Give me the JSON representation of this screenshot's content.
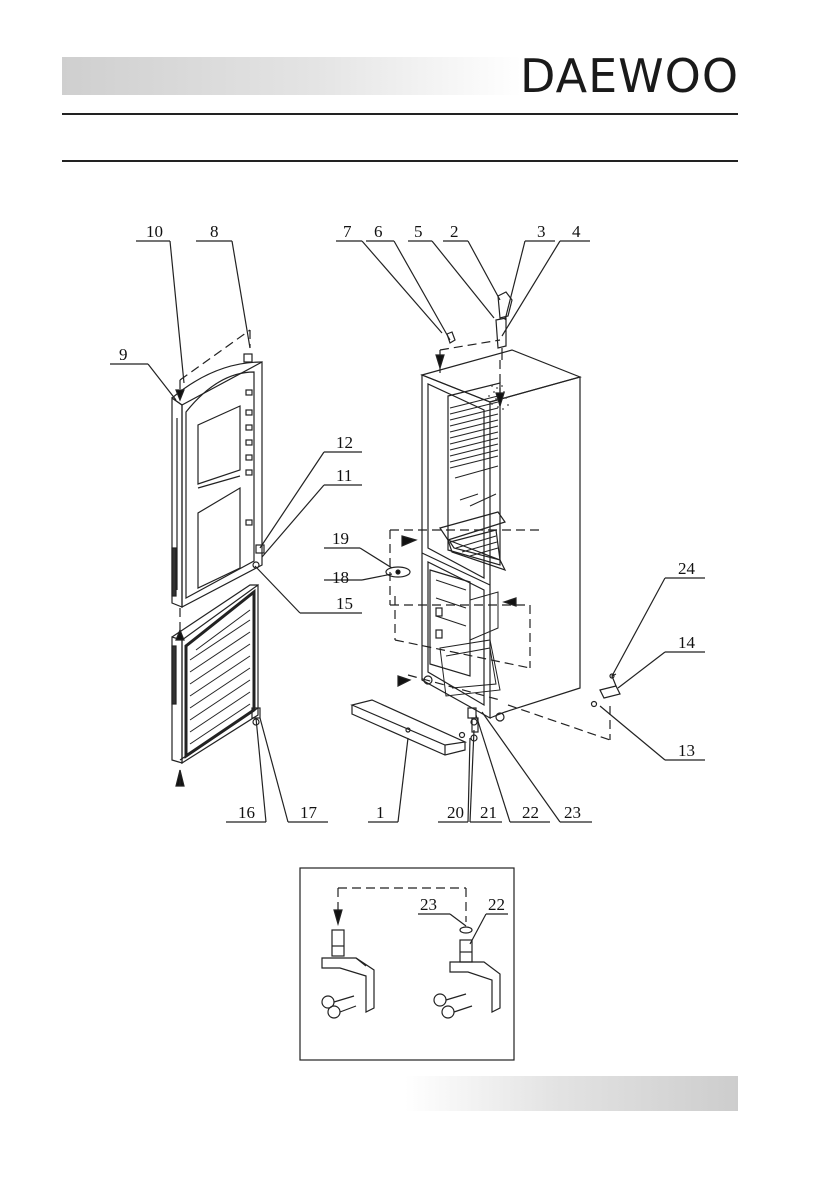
{
  "brand": {
    "logo_text": "DAEWOO"
  },
  "callouts": {
    "c1": "1",
    "c2": "2",
    "c3": "3",
    "c4": "4",
    "c5": "5",
    "c6": "6",
    "c7": "7",
    "c8": "8",
    "c9": "9",
    "c10": "10",
    "c11": "11",
    "c12": "12",
    "c13": "13",
    "c14": "14",
    "c15": "15",
    "c16": "16",
    "c17": "17",
    "c18": "18",
    "c19": "19",
    "c20": "20",
    "c21": "21",
    "c22": "22",
    "c23": "23",
    "c24": "24"
  },
  "inset_callouts": {
    "c23": "23",
    "c22": "22"
  },
  "colors": {
    "line": "#222222",
    "band": "#d0d0d0"
  }
}
